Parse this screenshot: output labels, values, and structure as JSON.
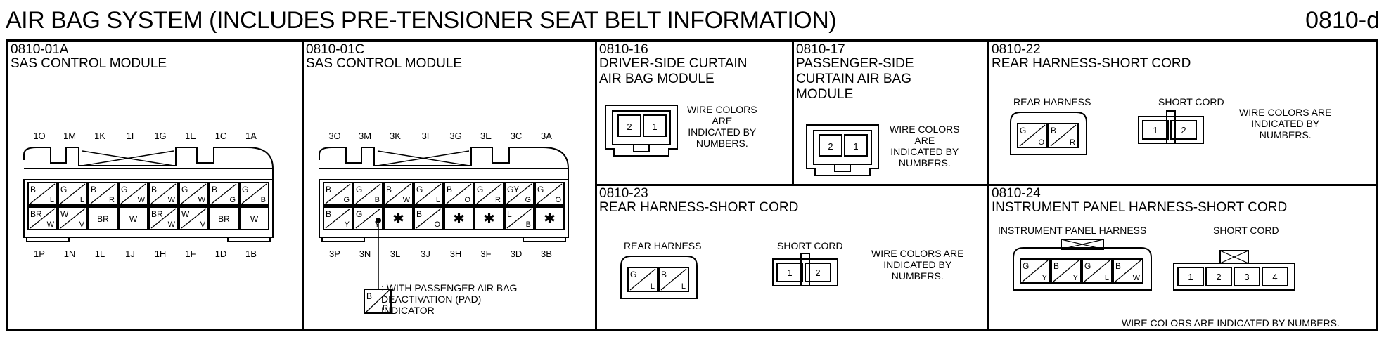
{
  "header": {
    "title": "AIR BAG SYSTEM (INCLUDES PRE-TENSIONER SEAT BELT INFORMATION)",
    "code": "0810-d"
  },
  "panels": {
    "p1": {
      "id": "0810-01A",
      "name": "SAS CONTROL MODULE",
      "top_pins": [
        "1O",
        "1M",
        "1K",
        "1I",
        "1G",
        "1E",
        "1C",
        "1A"
      ],
      "bottom_pins": [
        "1P",
        "1N",
        "1L",
        "1J",
        "1H",
        "1F",
        "1D",
        "1B"
      ],
      "row1": [
        [
          "B",
          "L"
        ],
        [
          "G",
          "L"
        ],
        [
          "B",
          "R"
        ],
        [
          "G",
          "W"
        ],
        [
          "B",
          "W"
        ],
        [
          "G",
          "W"
        ],
        [
          "B",
          "G"
        ],
        [
          "G",
          "B"
        ]
      ],
      "row2": [
        [
          "BR",
          "W"
        ],
        [
          "W",
          "V"
        ],
        [
          "BR",
          ""
        ],
        [
          "W",
          ""
        ],
        [
          "BR",
          "W"
        ],
        [
          "W",
          "V"
        ],
        [
          "BR",
          ""
        ],
        [
          "W",
          ""
        ]
      ]
    },
    "p2": {
      "id": "0810-01C",
      "name": "SAS CONTROL MODULE",
      "top_pins": [
        "3O",
        "3M",
        "3K",
        "3I",
        "3G",
        "3E",
        "3C",
        "3A"
      ],
      "bottom_pins": [
        "3P",
        "3N",
        "3L",
        "3J",
        "3H",
        "3F",
        "3D",
        "3B"
      ],
      "row1": [
        [
          "B",
          "G"
        ],
        [
          "G",
          "B"
        ],
        [
          "B",
          "W"
        ],
        [
          "G",
          "L"
        ],
        [
          "B",
          "O"
        ],
        [
          "G",
          "R"
        ],
        [
          "GY",
          "G"
        ],
        [
          "G",
          "O"
        ]
      ],
      "row2": [
        [
          "B",
          "Y"
        ],
        [
          "G",
          "Y"
        ],
        [
          "*",
          ""
        ],
        [
          "B",
          "O"
        ],
        [
          "*",
          ""
        ],
        [
          "*",
          ""
        ],
        [
          "L",
          "B"
        ],
        [
          "*",
          ""
        ]
      ],
      "pad_wire": [
        "B",
        "R"
      ],
      "note": ": WITH PASSENGER AIR BAG\nDEACTIVATION (PAD)\nINDICATOR"
    },
    "p3": {
      "id": "0810-16",
      "name": "DRIVER-SIDE CURTAIN\nAIR BAG MODULE",
      "pins": [
        "2",
        "1"
      ],
      "note": "WIRE COLORS\nARE\nINDICATED BY\nNUMBERS."
    },
    "p4": {
      "id": "0810-17",
      "name": "PASSENGER-SIDE\nCURTAIN AIR BAG\nMODULE",
      "pins": [
        "2",
        "1"
      ],
      "note": "WIRE COLORS\nARE\nINDICATED BY\nNUMBERS."
    },
    "p5": {
      "id": "0810-22",
      "name": "REAR HARNESS-SHORT CORD",
      "label_a": "REAR HARNESS",
      "label_b": "SHORT CORD",
      "wires": [
        [
          "G",
          "O"
        ],
        [
          "B",
          "R"
        ]
      ],
      "pins": [
        "1",
        "2"
      ],
      "note": "WIRE COLORS ARE\nINDICATED BY\nNUMBERS."
    },
    "p6": {
      "id": "0810-23",
      "name": "REAR HARNESS-SHORT CORD",
      "label_a": "REAR HARNESS",
      "label_b": "SHORT CORD",
      "wires": [
        [
          "G",
          "L"
        ],
        [
          "B",
          "L"
        ]
      ],
      "pins": [
        "1",
        "2"
      ],
      "note": "WIRE COLORS ARE\nINDICATED BY\nNUMBERS."
    },
    "p7": {
      "id": "0810-24",
      "name": "INSTRUMENT PANEL HARNESS-SHORT CORD",
      "label_a": "INSTRUMENT PANEL HARNESS",
      "label_b": "SHORT CORD",
      "wires": [
        [
          "G",
          "Y"
        ],
        [
          "B",
          "Y"
        ],
        [
          "G",
          "L"
        ],
        [
          "B",
          "W"
        ]
      ],
      "pins": [
        "1",
        "2",
        "3",
        "4"
      ],
      "note": "WIRE COLORS ARE INDICATED BY NUMBERS."
    }
  }
}
